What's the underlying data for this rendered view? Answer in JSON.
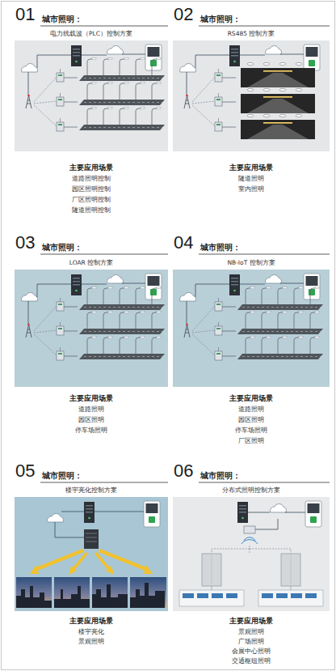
{
  "diagram": {
    "labels": [
      "01",
      "城市照明：",
      "电力线载波（PLC）控制方案",
      "主要应用场景",
      "道路照明控制",
      "园区照明控制",
      "厂区照明控制",
      "隧道照明控制",
      "02",
      "城市照明：",
      "RS485 控制方案",
      "主要应用场景",
      "隧道照明",
      "室内照明",
      "03",
      "城市照明：",
      "LOAR 控制方案",
      "主要应用场景",
      "道路照明",
      "园区照明",
      "停车场照明",
      "04",
      "城市照明：",
      "NB-IoT 控制方案",
      "主要应用场景",
      "道路照明",
      "园区照明",
      "停车场照明",
      "厂区照明",
      "05",
      "城市照明：",
      "楼宇亮化控制方案",
      "主要应用场景",
      "楼宇亮化",
      "景观照明",
      "06",
      "城市照明：",
      "分布式照明控制方案",
      "主要应用场景",
      "景观照明",
      "广场照明",
      "会展中心照明",
      "交通枢纽照明"
    ]
  }
}
